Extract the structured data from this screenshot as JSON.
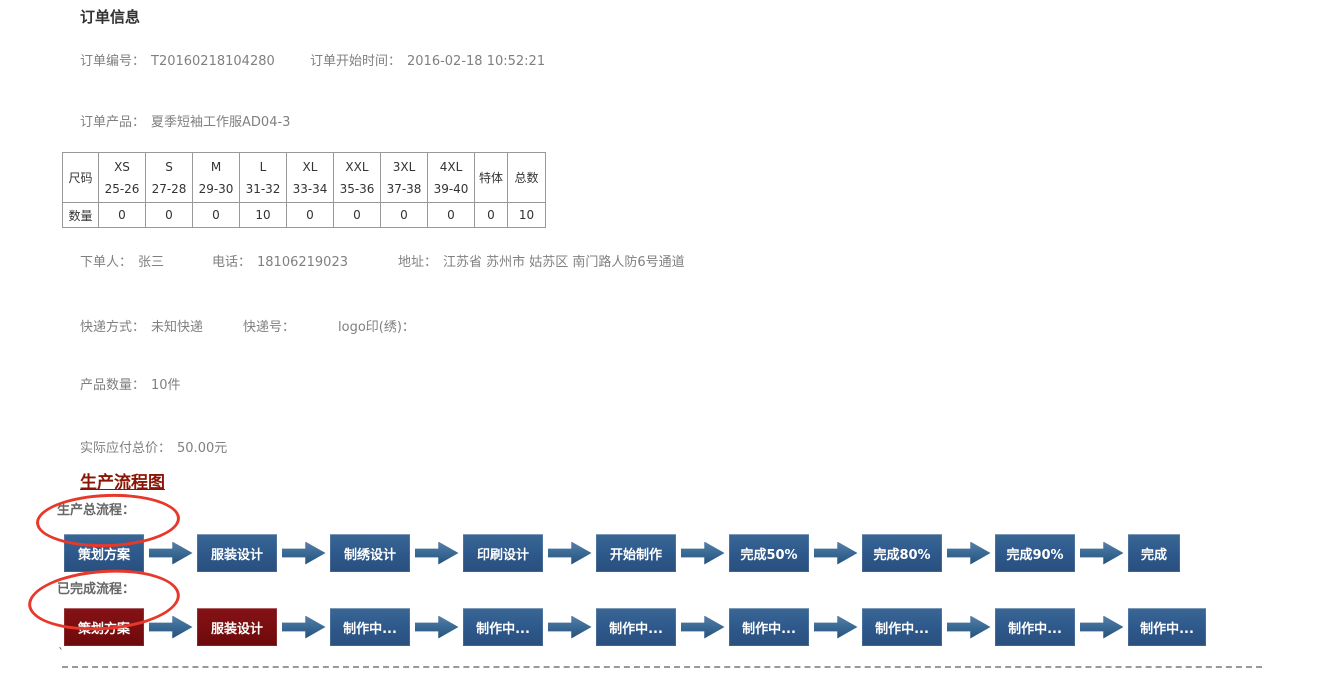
{
  "order": {
    "section_title": "订单信息",
    "order_no_label": "订单编号：",
    "order_no": "T20160218104280",
    "start_time_label": "订单开始时间：",
    "start_time": "2016-02-18 10:52:21",
    "product_label": "订单产品：",
    "product": "夏季短袖工作服AD04-3",
    "buyer_label": "下单人：",
    "buyer": "张三",
    "phone_label": "电话：",
    "phone": "18106219023",
    "address_label": "地址：",
    "address": "江苏省 苏州市 姑苏区 南门路人防6号通道",
    "shipping_label": "快递方式：",
    "shipping": "未知快递",
    "tracking_label": "快递号：",
    "tracking": "",
    "logo_label": "logo印(绣)：",
    "logo": "",
    "quantity_label": "产品数量：",
    "quantity": "10件",
    "total_label": "实际应付总价：",
    "total": "50.00元"
  },
  "size_table": {
    "corner_label": "尺码",
    "qty_label": "数量",
    "columns": [
      {
        "size": "XS",
        "range": "25-26"
      },
      {
        "size": "S",
        "range": "27-28"
      },
      {
        "size": "M",
        "range": "29-30"
      },
      {
        "size": "L",
        "range": "31-32"
      },
      {
        "size": "XL",
        "range": "33-34"
      },
      {
        "size": "XXL",
        "range": "35-36"
      },
      {
        "size": "3XL",
        "range": "37-38"
      },
      {
        "size": "4XL",
        "range": "39-40"
      },
      {
        "size": "特体",
        "range": ""
      },
      {
        "size": "总数",
        "range": ""
      }
    ],
    "quantities": [
      "0",
      "0",
      "0",
      "10",
      "0",
      "0",
      "0",
      "0",
      "0",
      "10"
    ]
  },
  "flow": {
    "section_title": "生产流程图",
    "overall_label": "生产总流程：",
    "completed_label": "已完成流程：",
    "overall_steps": [
      "策划方案",
      "服装设计",
      "制绣设计",
      "印刷设计",
      "开始制作",
      "完成50%",
      "完成80%",
      "完成90%",
      "完成"
    ],
    "completed_steps": [
      "策划方案",
      "服装设计",
      "制作中...",
      "制作中...",
      "制作中...",
      "制作中...",
      "制作中...",
      "制作中...",
      "制作中..."
    ],
    "colors": {
      "step_blue": "#2e598c",
      "step_done_maroon": "#7a0e10",
      "arrow_blue": "#3a6b96",
      "annotation_red": "#e8382b",
      "title_red": "#8a1505"
    }
  }
}
